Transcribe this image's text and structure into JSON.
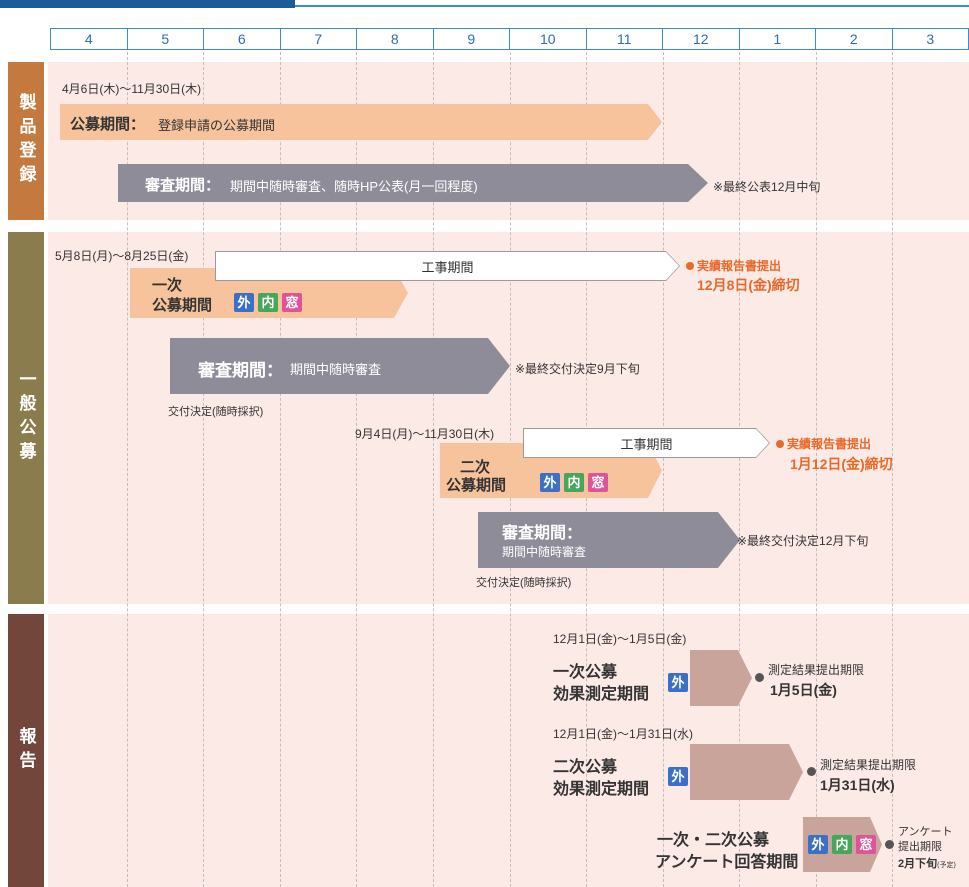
{
  "header": {
    "months": [
      "4",
      "5",
      "6",
      "7",
      "8",
      "9",
      "10",
      "11",
      "12",
      "1",
      "2",
      "3"
    ]
  },
  "sections": {
    "product_registration": "製品登録",
    "general_recruitment": "一般公募",
    "report": "報告"
  },
  "badges": {
    "exterior": "外",
    "interior": "内",
    "window": "窓"
  },
  "product_registration": {
    "period": "4月6日(木)～11月30日(木)",
    "recruit_title": "公募期間：",
    "recruit_desc": "登録申請の公募期間",
    "review_title": "審査期間：",
    "review_desc": "期間中随時審査、随時HP公表(月一回程度)",
    "review_note": "※最終公表12月中旬"
  },
  "general_recruitment": {
    "first": {
      "period": "5月8日(月)～8月25日(金)",
      "construction": "工事期間",
      "report_label": "実績報告書提出",
      "report_deadline": "12月8日(金)締切",
      "round": "一次",
      "recruit_title": "公募期間",
      "review_title": "審査期間：",
      "review_desc": "期間中随時審査",
      "review_note": "※最終交付決定9月下旬",
      "decision": "交付決定(随時採択)"
    },
    "second": {
      "period": "9月4日(月)～11月30日(木)",
      "construction": "工事期間",
      "report_label": "実績報告書提出",
      "report_deadline": "1月12日(金)締切",
      "round": "二次",
      "recruit_title": "公募期間",
      "review_title": "審査期間：",
      "review_desc": "期間中随時審査",
      "review_note": "※最終交付決定12月下旬",
      "decision": "交付決定(随時採択)"
    }
  },
  "report": {
    "first": {
      "period": "12月1日(金)～1月5日(金)",
      "title_line1": "一次公募",
      "title_line2": "効果測定期間",
      "deadline_label": "測定結果提出期限",
      "deadline": "1月5日(金)"
    },
    "second": {
      "period": "12月1日(金)～1月31日(水)",
      "title_line1": "二次公募",
      "title_line2": "効果測定期間",
      "deadline_label": "測定結果提出期限",
      "deadline": "1月31日(水)"
    },
    "survey": {
      "title_line1": "一次・二次公募",
      "title_line2": "アンケート回答期間",
      "deadline_line1": "アンケート",
      "deadline_line2": "提出期限",
      "deadline": "2月下旬",
      "deadline_note": "(予定)"
    }
  },
  "colors": {
    "header_blue": "#3a8ccc",
    "title_bar": "#1d5b98",
    "section_bg": "#fbeae6",
    "label_product": "#c47a3f",
    "label_general": "#8a7c4d",
    "label_report": "#72463a",
    "recruit_orange": "#f6c39c",
    "review_gray": "#8d8c98",
    "report_rose": "#c9a49b",
    "alert_orange": "#e9692a",
    "badge_exterior": "#3c70c6",
    "badge_interior": "#46a65a",
    "badge_window": "#dd5597"
  }
}
